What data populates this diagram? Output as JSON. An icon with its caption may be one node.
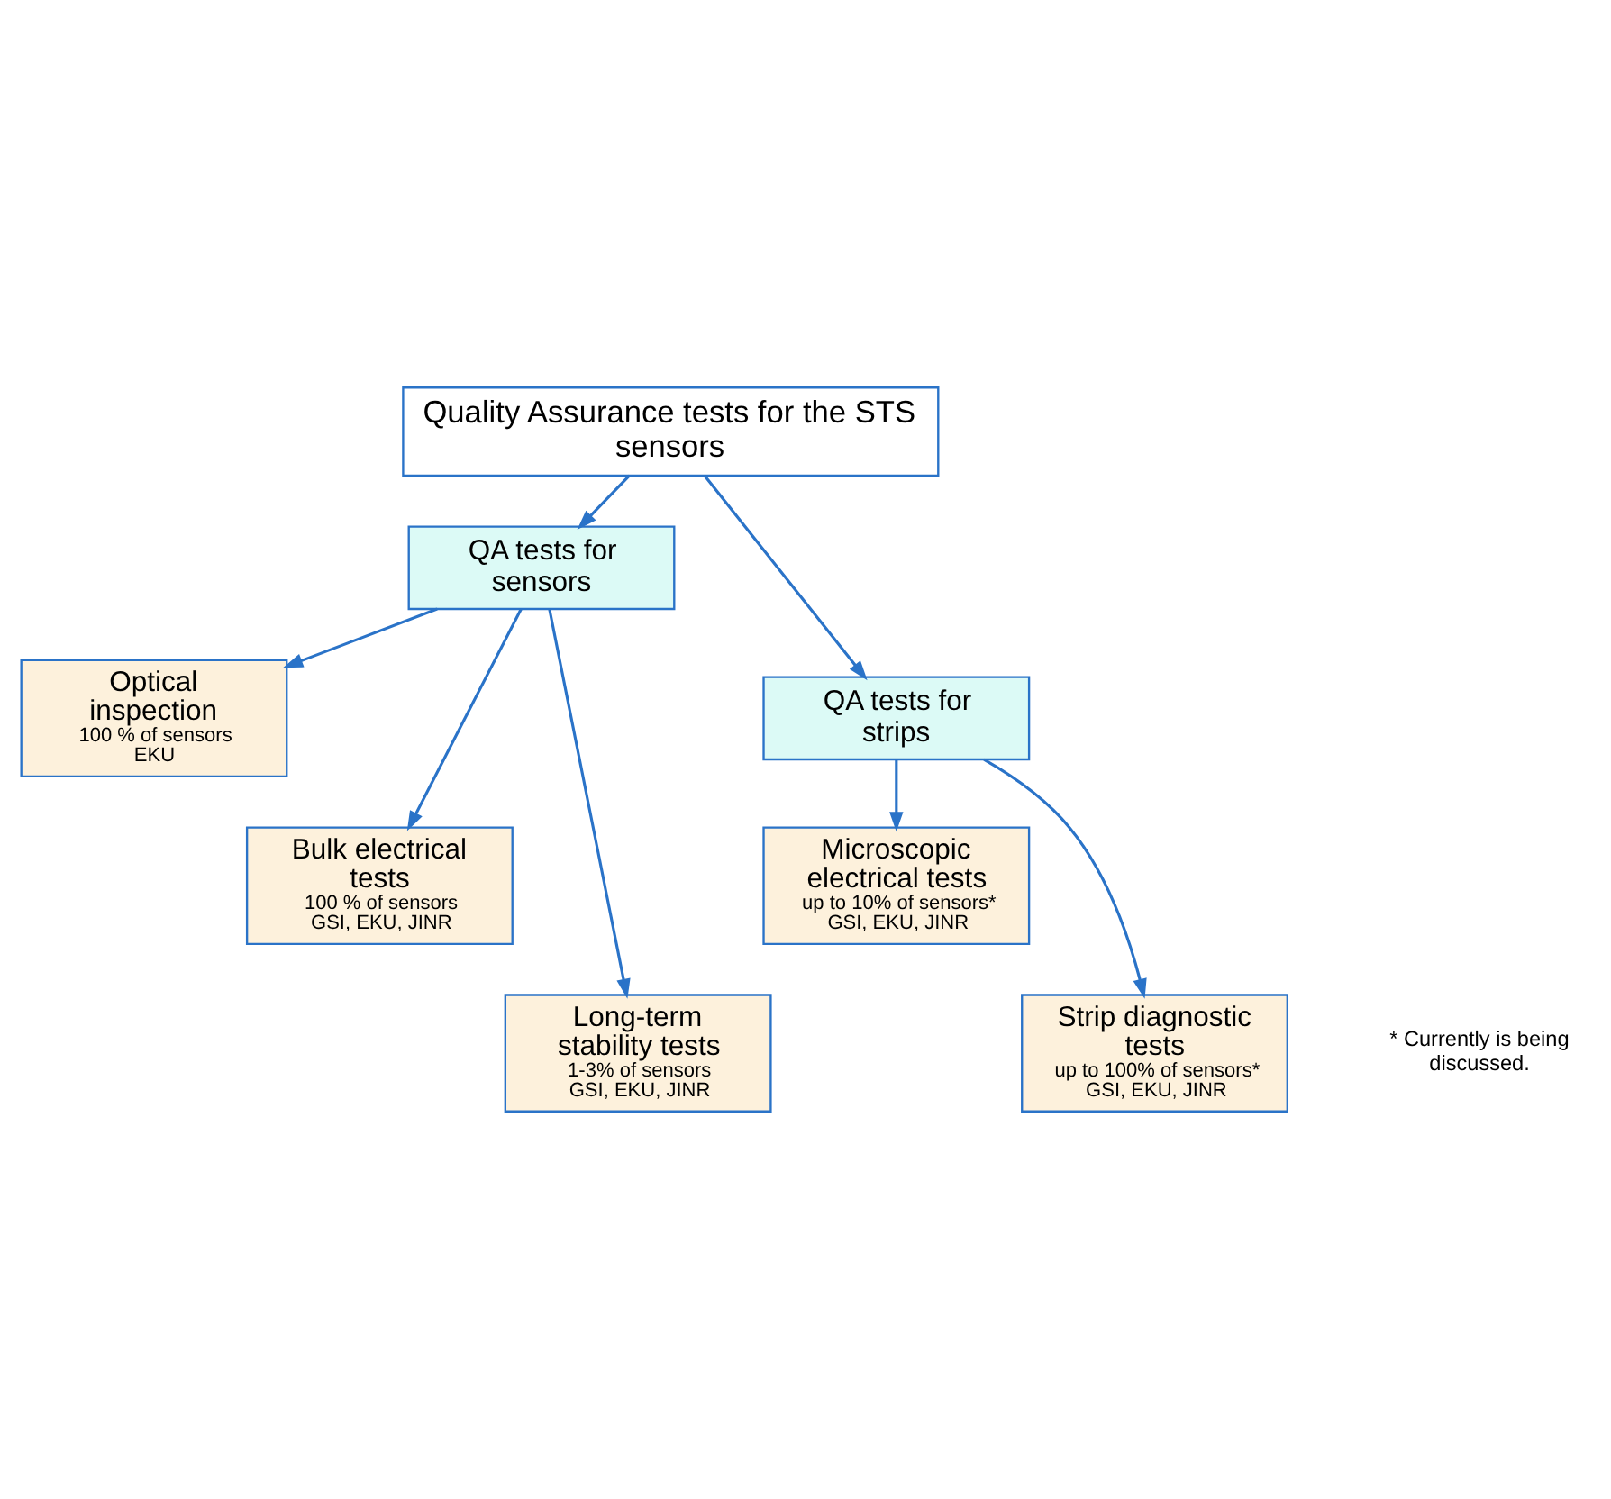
{
  "diagram": {
    "nodes": [
      {
        "text": [
          "Quality Assurance tests for the STS sensors"
        ]
      },
      {
        "text": [
          "QA tests for sensors"
        ]
      },
      {
        "text": [
          "QA tests for strips"
        ]
      },
      {
        "text": [
          "Optical inspection",
          "100 % of sensors",
          "EKU"
        ]
      },
      {
        "text": [
          "Bulk electrical tests",
          "100 % of sensors",
          "GSI, EKU, JINR"
        ]
      },
      {
        "text": [
          "Long-term stability tests",
          "1-3% of sensors",
          "GSI, EKU, JINR"
        ]
      },
      {
        "text": [
          "Microscopic electrical tests",
          "up to 10% of sensors*",
          "GSI, EKU, JINR"
        ]
      },
      {
        "text": [
          "Strip diagnostic tests",
          "up to 100% of sensors*",
          "GSI, EKU, JINR"
        ]
      }
    ],
    "edges": [
      {
        "from": 0,
        "to": 1,
        "arrow": "to"
      },
      {
        "from": 0,
        "to": 2,
        "arrow": "to"
      },
      {
        "from": 1,
        "to": 3,
        "arrow": "to"
      },
      {
        "from": 1,
        "to": 4,
        "arrow": "to"
      },
      {
        "from": 1,
        "to": 5,
        "arrow": "to"
      },
      {
        "from": 2,
        "to": 6,
        "arrow": "to"
      },
      {
        "from": 2,
        "to": 7,
        "arrow": "to"
      }
    ],
    "labels": [
      "* Currently is being discussed."
    ]
  }
}
